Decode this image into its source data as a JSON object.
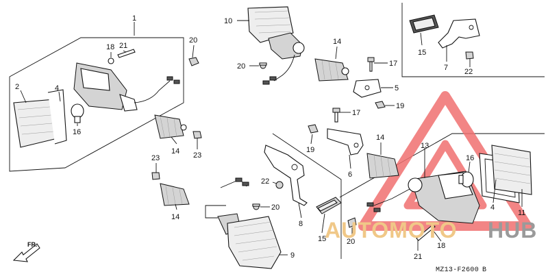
{
  "diagram": {
    "drawing_code": "MZ13-F2600",
    "drawing_code_suffix": "B",
    "direction_label": "FR.",
    "callouts": {
      "c1": "1",
      "c2": "2",
      "c4a": "4",
      "c16a": "16",
      "c18a": "18",
      "c21a": "21",
      "c20a": "20",
      "c14a": "14",
      "c23a": "23",
      "c23b": "23",
      "c14b": "14",
      "c10": "10",
      "c20b": "20",
      "c14c": "14",
      "c17a": "17",
      "c5": "5",
      "c19a": "19",
      "c17b": "17",
      "c19b": "19",
      "c6": "6",
      "c22a": "22",
      "c20c": "20",
      "c8": "8",
      "c15b": "15",
      "c9": "9",
      "c15a": "15",
      "c7": "7",
      "c22b": "22",
      "c14d": "14",
      "c13": "13",
      "c16b": "16",
      "c11": "11",
      "c4b": "4",
      "c20d": "20",
      "c18b": "18",
      "c21b": "21"
    }
  },
  "watermark": {
    "text_auto": "AUTOMOTO",
    "text_hub": "HUB",
    "auto_color": "#f0c888",
    "hub_color": "#9a9a9a",
    "triangle_color": "#f07070"
  }
}
